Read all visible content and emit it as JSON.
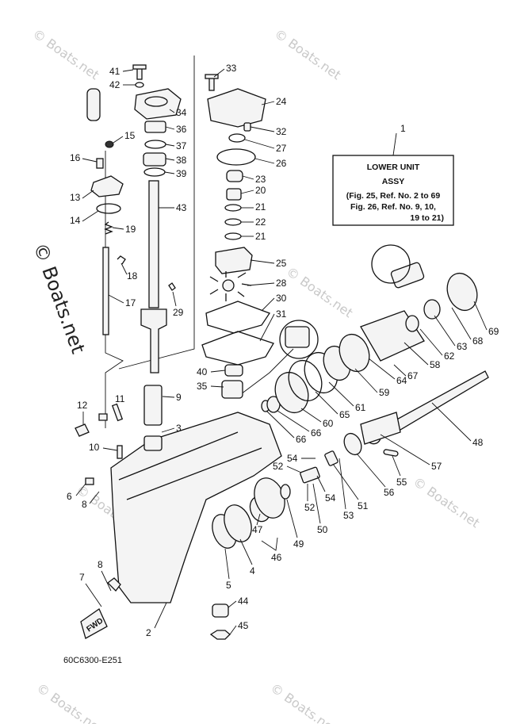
{
  "watermark": "© Boats.net",
  "diagram_code": "60C6300-E251",
  "fwd_label": "FWD",
  "assy_box": {
    "line1": "LOWER UNIT",
    "line2": "ASSY",
    "line3": "(Fig. 25, Ref. No. 2 to 69",
    "line4": "Fig. 26, Ref. No. 9, 10,",
    "line5": "19 to 21)"
  },
  "callouts": {
    "n1": "1",
    "n2": "2",
    "n3": "3",
    "n4": "4",
    "n5": "5",
    "n6": "6",
    "n7": "7",
    "n8a": "8",
    "n8b": "8",
    "n9": "9",
    "n10": "10",
    "n11": "11",
    "n12": "12",
    "n13": "13",
    "n14": "14",
    "n15": "15",
    "n16": "16",
    "n17": "17",
    "n18": "18",
    "n19": "19",
    "n20": "20",
    "n21a": "21",
    "n21b": "21",
    "n22": "22",
    "n23": "23",
    "n24": "24",
    "n25": "25",
    "n26": "26",
    "n27": "27",
    "n28": "28",
    "n29": "29",
    "n30": "30",
    "n31": "31",
    "n32": "32",
    "n33": "33",
    "n34": "34",
    "n35": "35",
    "n36": "36",
    "n37": "37",
    "n38": "38",
    "n39": "39",
    "n40": "40",
    "n41": "41",
    "n42": "42",
    "n43": "43",
    "n44": "44",
    "n45": "45",
    "n46": "46",
    "n47": "47",
    "n48": "48",
    "n49": "49",
    "n50": "50",
    "n51": "51",
    "n52a": "52",
    "n52b": "52",
    "n53": "53",
    "n54a": "54",
    "n54b": "54",
    "n55": "55",
    "n56": "56",
    "n57": "57",
    "n58": "58",
    "n59": "59",
    "n60": "60",
    "n61": "61",
    "n62": "62",
    "n63": "63",
    "n64": "64",
    "n65": "65",
    "n66a": "66",
    "n66b": "66",
    "n67": "67",
    "n68": "68",
    "n69": "69"
  }
}
